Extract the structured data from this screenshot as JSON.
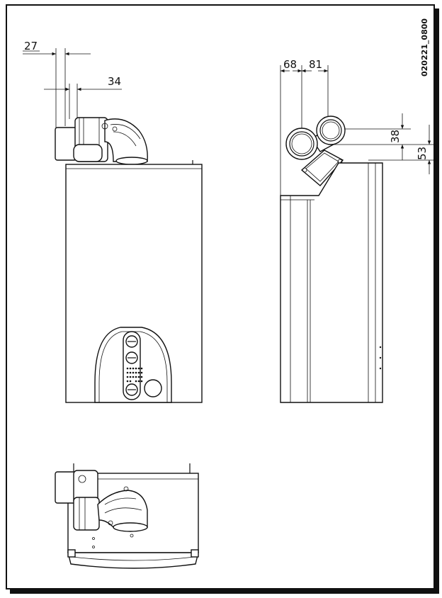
{
  "drawing": {
    "doc_id": "020221_0800",
    "front_view": {
      "dims": {
        "d27": "27",
        "d34": "34"
      }
    },
    "side_view": {
      "dims": {
        "d68": "68",
        "d81": "81",
        "d38": "38",
        "d53": "53"
      }
    }
  }
}
